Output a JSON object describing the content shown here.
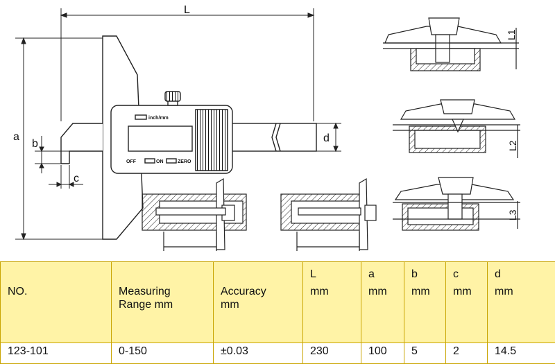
{
  "diagram": {
    "dimension_labels": {
      "L": "L",
      "a": "a",
      "b": "b",
      "c": "c",
      "d": "d",
      "L1": "L1",
      "L2": "L2",
      "L3": "L3"
    },
    "display_labels": {
      "inch_mm": "inch/mm",
      "off": "OFF",
      "on": "ON",
      "zero": "ZERO"
    }
  },
  "table": {
    "headers": {
      "no": "NO.",
      "range_1": "Measuring",
      "range_2": "Range mm",
      "acc_1": "Accuracy",
      "acc_2": "mm",
      "L_1": "L",
      "L_2": "mm",
      "a_1": "a",
      "a_2": "mm",
      "b_1": "b",
      "b_2": "mm",
      "c_1": "c",
      "c_2": "mm",
      "d_1": "d",
      "d_2": "mm"
    },
    "row": {
      "no": "123-101",
      "range": "0-150",
      "accuracy": "±0.03",
      "L": "230",
      "a": "100",
      "b": "5",
      "c": "2",
      "d": "14.5"
    },
    "colors": {
      "header_bg": "#fff3a6",
      "border": "#c9a400"
    }
  }
}
